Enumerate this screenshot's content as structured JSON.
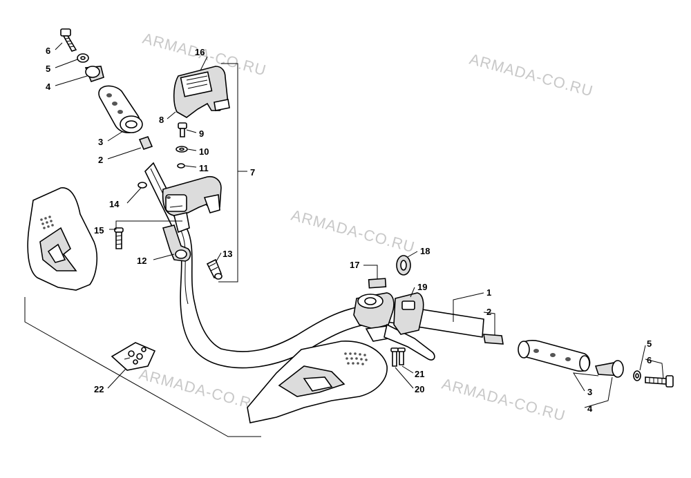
{
  "watermark": {
    "text": "ARMADA-CO.RU"
  },
  "callouts": {
    "p1": "1",
    "p2": "2",
    "p2b": "2",
    "p3": "3",
    "p3b": "3",
    "p4": "4",
    "p4b": "4",
    "p5": "5",
    "p5b": "5",
    "p6": "6",
    "p6b": "6",
    "p7": "7",
    "p8": "8",
    "p9": "9",
    "p10": "10",
    "p11": "11",
    "p12": "12",
    "p13": "13",
    "p14": "14",
    "p15": "15",
    "p16": "16",
    "p17": "17",
    "p18": "18",
    "p19": "19",
    "p20": "20",
    "p21": "21",
    "p22": "22"
  }
}
